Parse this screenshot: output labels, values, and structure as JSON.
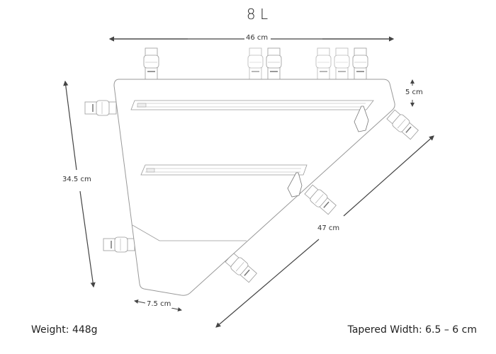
{
  "title": "8 L",
  "dimensions": {
    "top_length": "46 cm",
    "height": "5 cm",
    "side_length": "34.5 cm",
    "diagonal_length": "47 cm",
    "bottom_width": "7.5 cm"
  },
  "specs": {
    "weight": "Weight: 448g",
    "tapered_width": "Tapered Width: 6.5 – 6 cm"
  },
  "colors": {
    "outline": "#9a9a9a",
    "dimension_line": "#444444"
  }
}
